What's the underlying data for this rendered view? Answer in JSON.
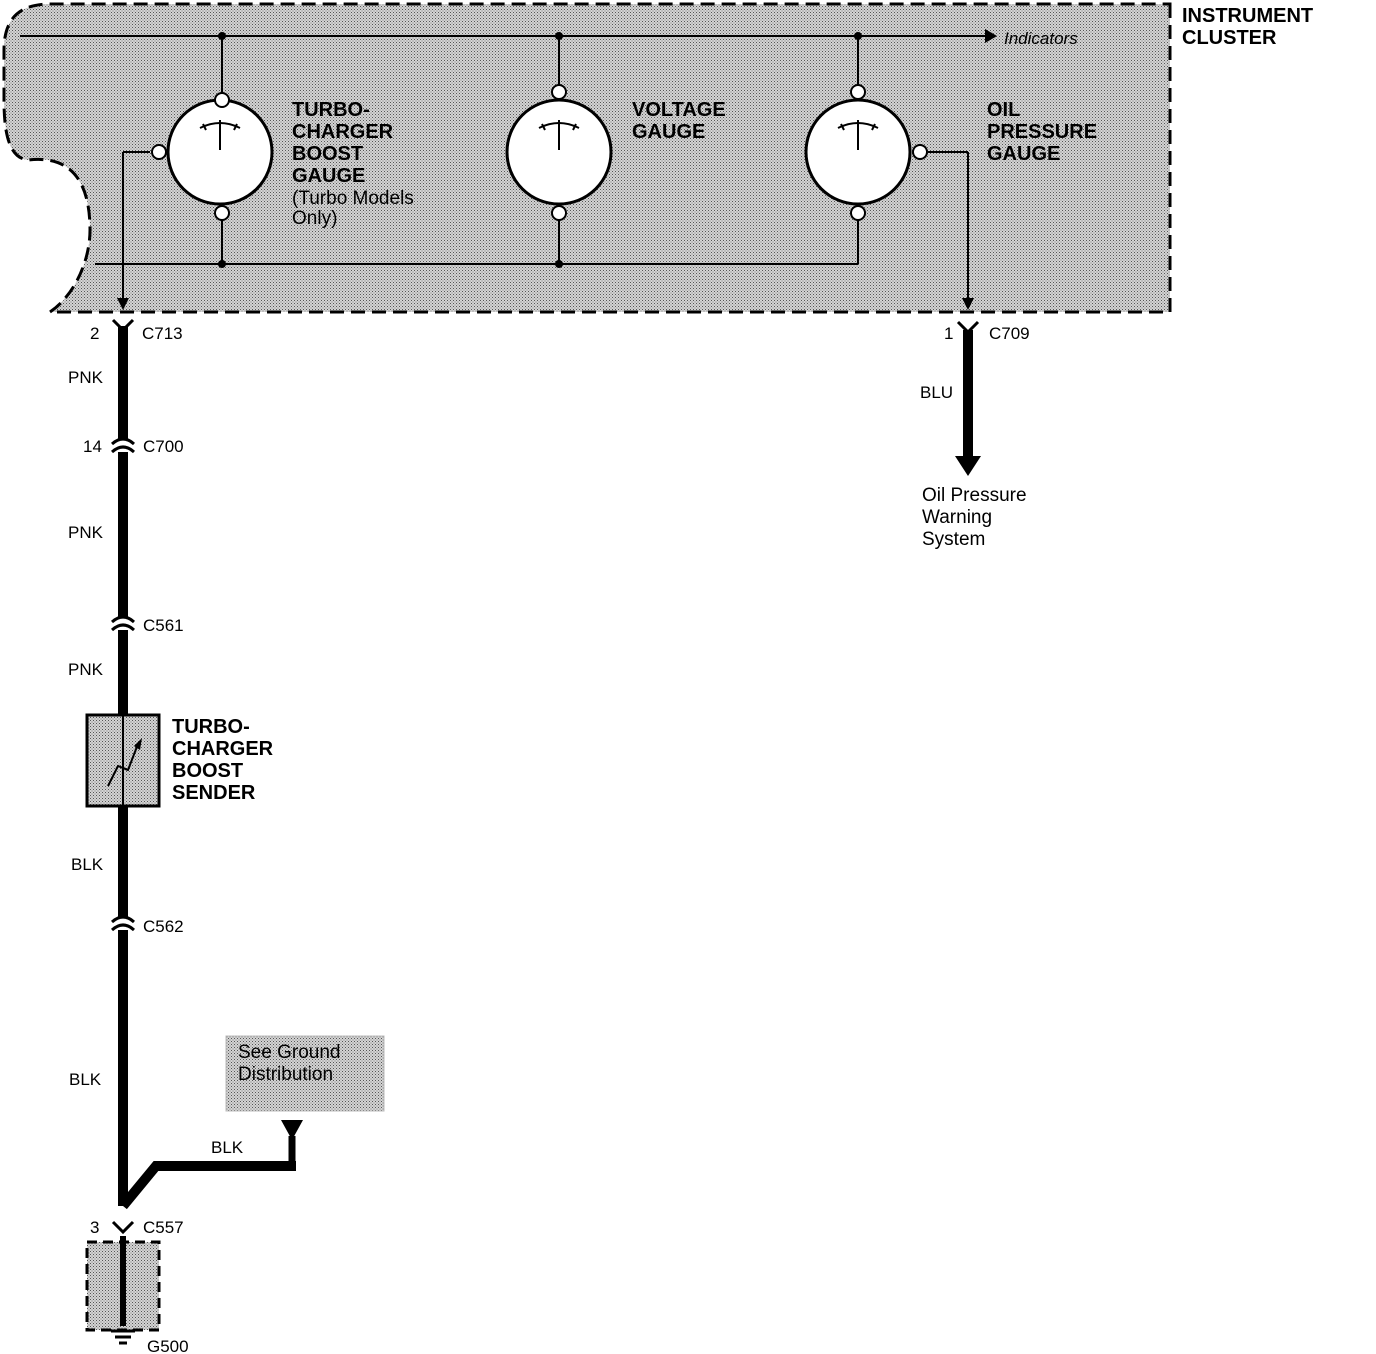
{
  "cluster": {
    "title_line1": "INSTRUMENT",
    "title_line2": "CLUSTER",
    "indicators_label": "Indicators",
    "gauges": [
      {
        "lines": [
          "TURBO-",
          "CHARGER",
          "BOOST",
          "GAUGE"
        ],
        "note_lines": [
          "(Turbo Models",
          "Only)"
        ]
      },
      {
        "lines": [
          "VOLTAGE",
          "GAUGE"
        ]
      },
      {
        "lines": [
          "OIL",
          "PRESSURE",
          "GAUGE"
        ]
      }
    ]
  },
  "connectors": {
    "c713": {
      "pin": "2",
      "name": "C713"
    },
    "c700": {
      "pin": "14",
      "name": "C700"
    },
    "c561": {
      "name": "C561"
    },
    "c562": {
      "name": "C562"
    },
    "c557": {
      "pin": "3",
      "name": "C557"
    },
    "c709": {
      "pin": "1",
      "name": "C709"
    }
  },
  "wires": {
    "w1": "PNK",
    "w2": "PNK",
    "w3": "PNK",
    "w4": "BLK",
    "w5": "BLK",
    "w6": "BLK",
    "oil": "BLU"
  },
  "sender": {
    "lines": [
      "TURBO-",
      "CHARGER",
      "BOOST",
      "SENDER"
    ]
  },
  "ground_ref": {
    "lines": [
      "See Ground",
      "Distribution"
    ]
  },
  "ground": {
    "name": "G500"
  },
  "oil_destination": {
    "lines": [
      "Oil Pressure",
      "Warning",
      "System"
    ]
  }
}
